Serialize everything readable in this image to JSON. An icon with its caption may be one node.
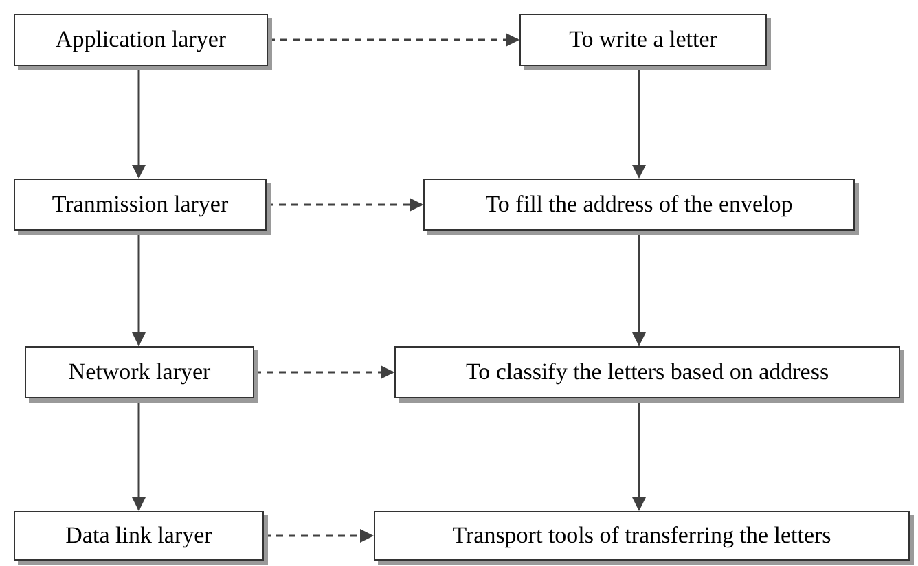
{
  "diagram": {
    "nodes": [
      {
        "text": [
          "Application laryer"
        ]
      },
      {
        "text": [
          "To write a letter"
        ]
      },
      {
        "text": [
          "Tranmission laryer"
        ]
      },
      {
        "text": [
          "To fill the address of the envelop"
        ]
      },
      {
        "text": [
          "Network laryer"
        ]
      },
      {
        "text": [
          "To classify the letters based on address"
        ]
      },
      {
        "text": [
          "Data link laryer"
        ]
      },
      {
        "text": [
          "Transport tools of transferring the letters"
        ]
      }
    ],
    "edges": [
      {
        "from": 0,
        "to": 1,
        "arrow": "to",
        "style": "dashed"
      },
      {
        "from": 0,
        "to": 2,
        "arrow": "to"
      },
      {
        "from": 1,
        "to": 3,
        "arrow": "to"
      },
      {
        "from": 2,
        "to": 3,
        "arrow": "to",
        "style": "dashed"
      },
      {
        "from": 2,
        "to": 4,
        "arrow": "to"
      },
      {
        "from": 3,
        "to": 5,
        "arrow": "to"
      },
      {
        "from": 4,
        "to": 5,
        "arrow": "to",
        "style": "dashed"
      },
      {
        "from": 4,
        "to": 6,
        "arrow": "to"
      },
      {
        "from": 5,
        "to": 7,
        "arrow": "to"
      },
      {
        "from": 6,
        "to": 7,
        "arrow": "to",
        "style": "dashed"
      }
    ]
  }
}
